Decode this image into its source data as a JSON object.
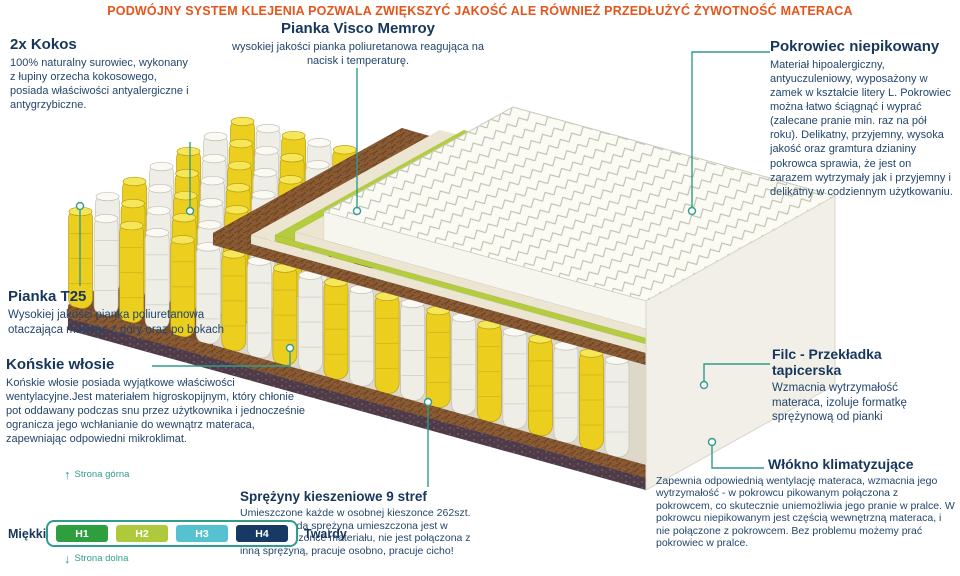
{
  "header": {
    "text": "PODWÓJNY SYSTEM KLEJENIA POZWALA ZWIĘKSZYĆ JAKOŚĆ ALE RÓWNIEŻ PRZEDŁUŻYĆ ŻYWOTNOŚĆ MATERACA"
  },
  "labels": {
    "kokos": {
      "title": "2x Kokos",
      "body": "100% naturalny surowiec, wykonany z łupiny orzecha kokosowego, posiada właściwości antyalergiczne i antygrzybiczne."
    },
    "visco": {
      "title": "Pianka Visco Memroy",
      "body": "wysokiej jakości pianka poliuretanowa reagująca na nacisk i temperaturę."
    },
    "pokrowiec": {
      "title": "Pokrowiec niepikowany",
      "body": "Materiał hipoalergiczny, antyuczuleniowy, wyposażony w zamek w kształcie litery L. Pokrowiec można łatwo ściągnąć i wyprać (zalecane pranie min. raz na pół roku). Delikatny, przyjemny, wysoka jakość oraz gramtura dzianiny pokrowca sprawia, że jest on zarazem wytrzymały jak i przyjemny i delikatny w codziennym użytkowaniu."
    },
    "t25": {
      "title": "Pianka T25",
      "body": "Wysokiej jakości pianka poliuretanowa otaczająca materac z góry oraz po bokach"
    },
    "konskie": {
      "title": "Końskie włosie",
      "body": "Końskie włosie posiada wyjątkowe właściwości wentylacyjne.Jest materiałem higroskopijnym, który chłonie pot oddawany podczas snu przez użytkownika i jednocześnie ogranicza jego wchłanianie do wewnątrz materaca, zapewniając odpowiedni mikroklimat."
    },
    "filc": {
      "title": "Filc - Przekładka tapicerska",
      "body": "Wzmacnia wytrzymałość materaca, izoluje formatkę sprężynową od pianki"
    },
    "wlokno": {
      "title": "Włókno klimatyzujące",
      "body": "Zapewnia odpowiednią wentylację materaca, wzmacnia jego wytrzymałość - w pokrowcu pikowanym połączona z pokrowcem, co skutecznie uniemożliwia jego pranie w pralce. W pokrowcu niepikowanym jest częścią wewnętrzną materaca, i nie połączone z pokrowcem. Bez problemu możemy prać pokrowiec w pralce."
    },
    "sprezyny": {
      "title": "Sprężyny kieszeniowe 9 stref",
      "body": "Umieszczone każde w osobnej kieszonce 262szt. na 1m². Każda sprężyna umieszczona jest w osobnej kieszonce materiału, nie jest połączona z inną sprężyną, pracuje osobno, pracuje cicho!"
    }
  },
  "scale": {
    "soft_label": "Miękki",
    "hard_label": "Twardy",
    "top_side": "Strona górna",
    "bottom_side": "Strona dolna",
    "up_arrow": "↑",
    "down_arrow": "↓",
    "levels": [
      {
        "label": "H1",
        "style": "background:#2f9e3f"
      },
      {
        "label": "H2",
        "style": "background:#aec93b"
      },
      {
        "label": "H3",
        "style": "background:#56c1cf"
      },
      {
        "label": "H4",
        "style": "background:#163a63"
      }
    ]
  },
  "colors": {
    "accent_teal": "#2f9c8d",
    "heading_navy": "#16365c",
    "header_orange": "#e4551c",
    "spring_yellow": "#eccf1e",
    "coconut_brown": "#8a5a33",
    "foam_green": "#b5cc3f"
  }
}
